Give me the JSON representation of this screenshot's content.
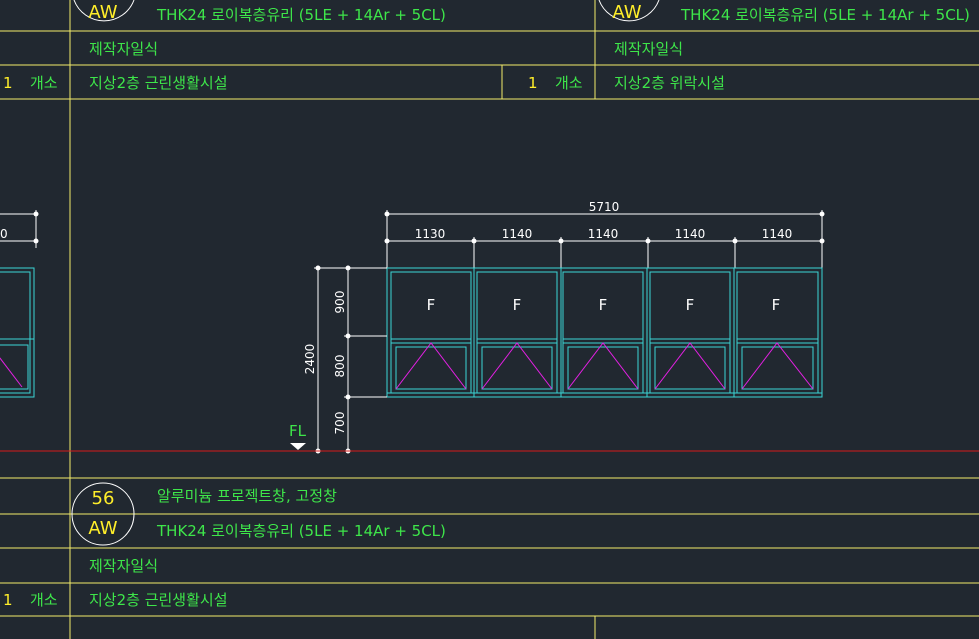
{
  "top_left": {
    "code": "AW",
    "glass": "THK24 로이복층유리 (5LE + 14Ar + 5CL)",
    "maker": "제작자일식",
    "qty": "1",
    "unit": "개소",
    "location": "지상2층 근린생활시설"
  },
  "top_right": {
    "code": "AW",
    "glass": "THK24 로이복층유리 (5LE + 14Ar + 5CL)",
    "maker": "제작자일식",
    "qty": "1",
    "unit": "개소",
    "location": "지상2층 위락시설"
  },
  "bottom_left": {
    "number": "56",
    "code": "AW",
    "type": "알루미늄 프로젝트창, 고정창",
    "glass": "THK24 로이복층유리 (5LE + 14Ar + 5CL)",
    "maker": "제작자일식",
    "qty": "1",
    "unit": "개소",
    "location": "지상2층 근린생활시설"
  },
  "drawing": {
    "total_width": "5710",
    "panel_widths": [
      "1130",
      "1140",
      "1140",
      "1140",
      "1140"
    ],
    "panel_label": "F",
    "total_height": "2400",
    "heights": [
      "900",
      "800",
      "700"
    ],
    "floor_label": "FL",
    "left_partial_dim": "0"
  },
  "colors": {
    "background": "#212830",
    "frame": "#3bd6d6",
    "text_green": "#3ee64a",
    "text_yellow": "#ffee2a",
    "table_line": "#f2ec6a",
    "red_line": "#d51a1a",
    "magenta": "#e020e0"
  }
}
